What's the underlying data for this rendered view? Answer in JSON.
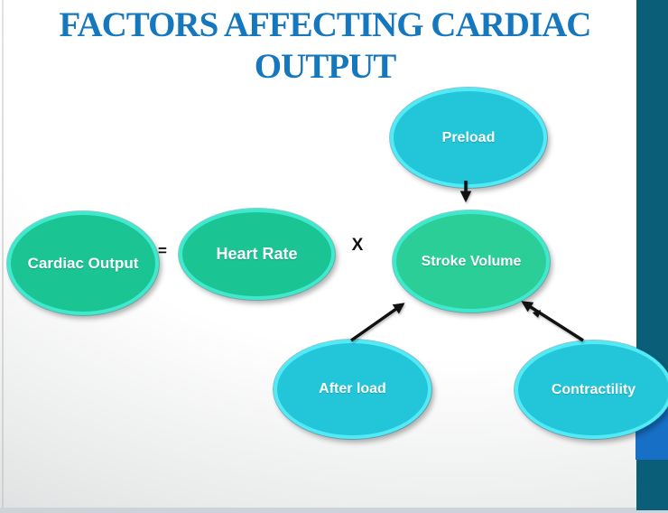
{
  "slide": {
    "title_line1": "FACTORS AFFECTING CARDIAC",
    "title_line2": "OUTPUT",
    "operators": {
      "equals": "=",
      "multiply": "X"
    },
    "nodes": {
      "cardiac_output": {
        "label": "Cardiac Output",
        "color": "#1ac493"
      },
      "heart_rate": {
        "label": "Heart Rate",
        "color": "#1ac493"
      },
      "stroke_volume": {
        "label": "Stroke Volume",
        "color": "#2bce96"
      },
      "preload": {
        "label": "Preload",
        "color": "#23c5d8"
      },
      "after_load": {
        "label": "After load",
        "color": "#23c5d8"
      },
      "contractility": {
        "label": "Contractility",
        "color": "#23c5d8"
      }
    },
    "connections": [
      {
        "from": "preload",
        "to": "stroke_volume"
      },
      {
        "from": "after_load",
        "to": "stroke_volume"
      },
      {
        "from": "contractility",
        "to": "stroke_volume"
      }
    ],
    "colors": {
      "title_text": "#1577bd",
      "green_fill": "#1ac493",
      "green_border": "#3ee9ce",
      "cyan_fill": "#23c5d8",
      "cyan_border": "#52eaf6",
      "node_text": "#ffffff",
      "arrow": "#111111",
      "sidebar_teal": "#0a5e77",
      "sidebar_blue": "#176fc6",
      "bottom_strip": "#ccd3d9"
    }
  }
}
